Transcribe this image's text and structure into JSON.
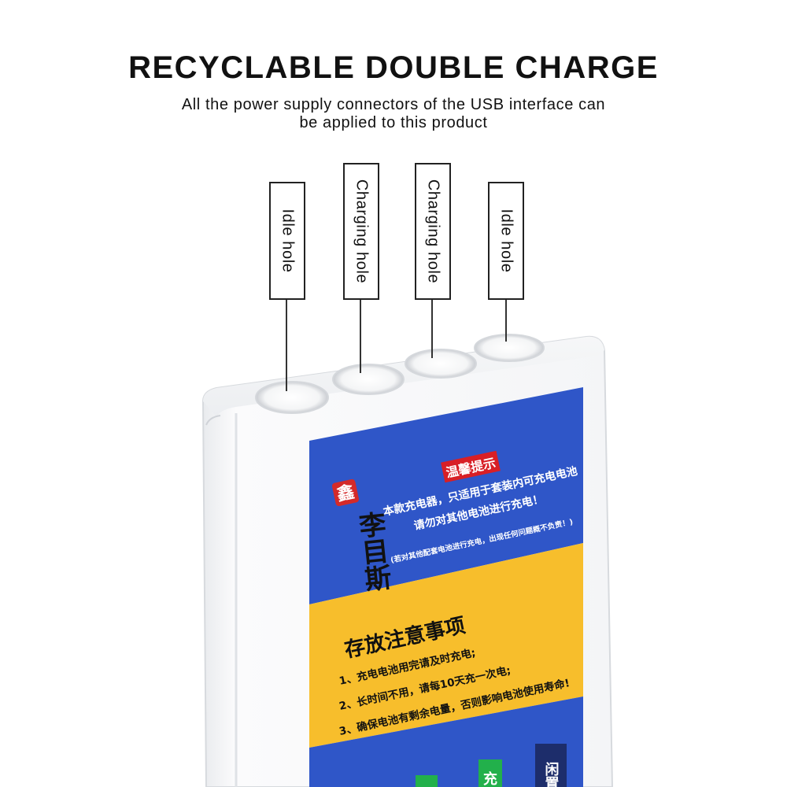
{
  "header": {
    "title": "RECYCLABLE DOUBLE CHARGE",
    "subtitle_line1": "All the power supply connectors of the USB interface can",
    "subtitle_line2": "be applied to this product"
  },
  "callouts": [
    {
      "label": "Idle hole"
    },
    {
      "label": "Charging hole"
    },
    {
      "label": "Charging hole"
    },
    {
      "label": "Idle hole"
    }
  ],
  "device_label": {
    "brand_seal": "鑫",
    "brand_name": "李目斯",
    "warning_tag": "温馨提示",
    "warning_line1": "本款充电器，只适用于套装内可充电电池",
    "warning_line2": "请勿对其他电池进行充电！",
    "warning_note": "(若对其他配套电池进行充电，出现任何问题概不负责！)",
    "storage_heading": "存放注意事项",
    "storage_items": [
      "1、充电电池用完请及时充电;",
      "2、长时间不用，请每10天充一次电;",
      "3、确保电池有剩余电量，否则影响电池使用寿命!"
    ],
    "bottom_tag_green": "充",
    "bottom_tag_navy": "闲置"
  },
  "colors": {
    "label_blue": "#2f56c8",
    "label_yellow": "#f7be2c",
    "warning_red": "#d81f26",
    "seal_red": "#d42a2a",
    "green_tag": "#22b04b",
    "navy_tag": "#1d2d6b"
  }
}
